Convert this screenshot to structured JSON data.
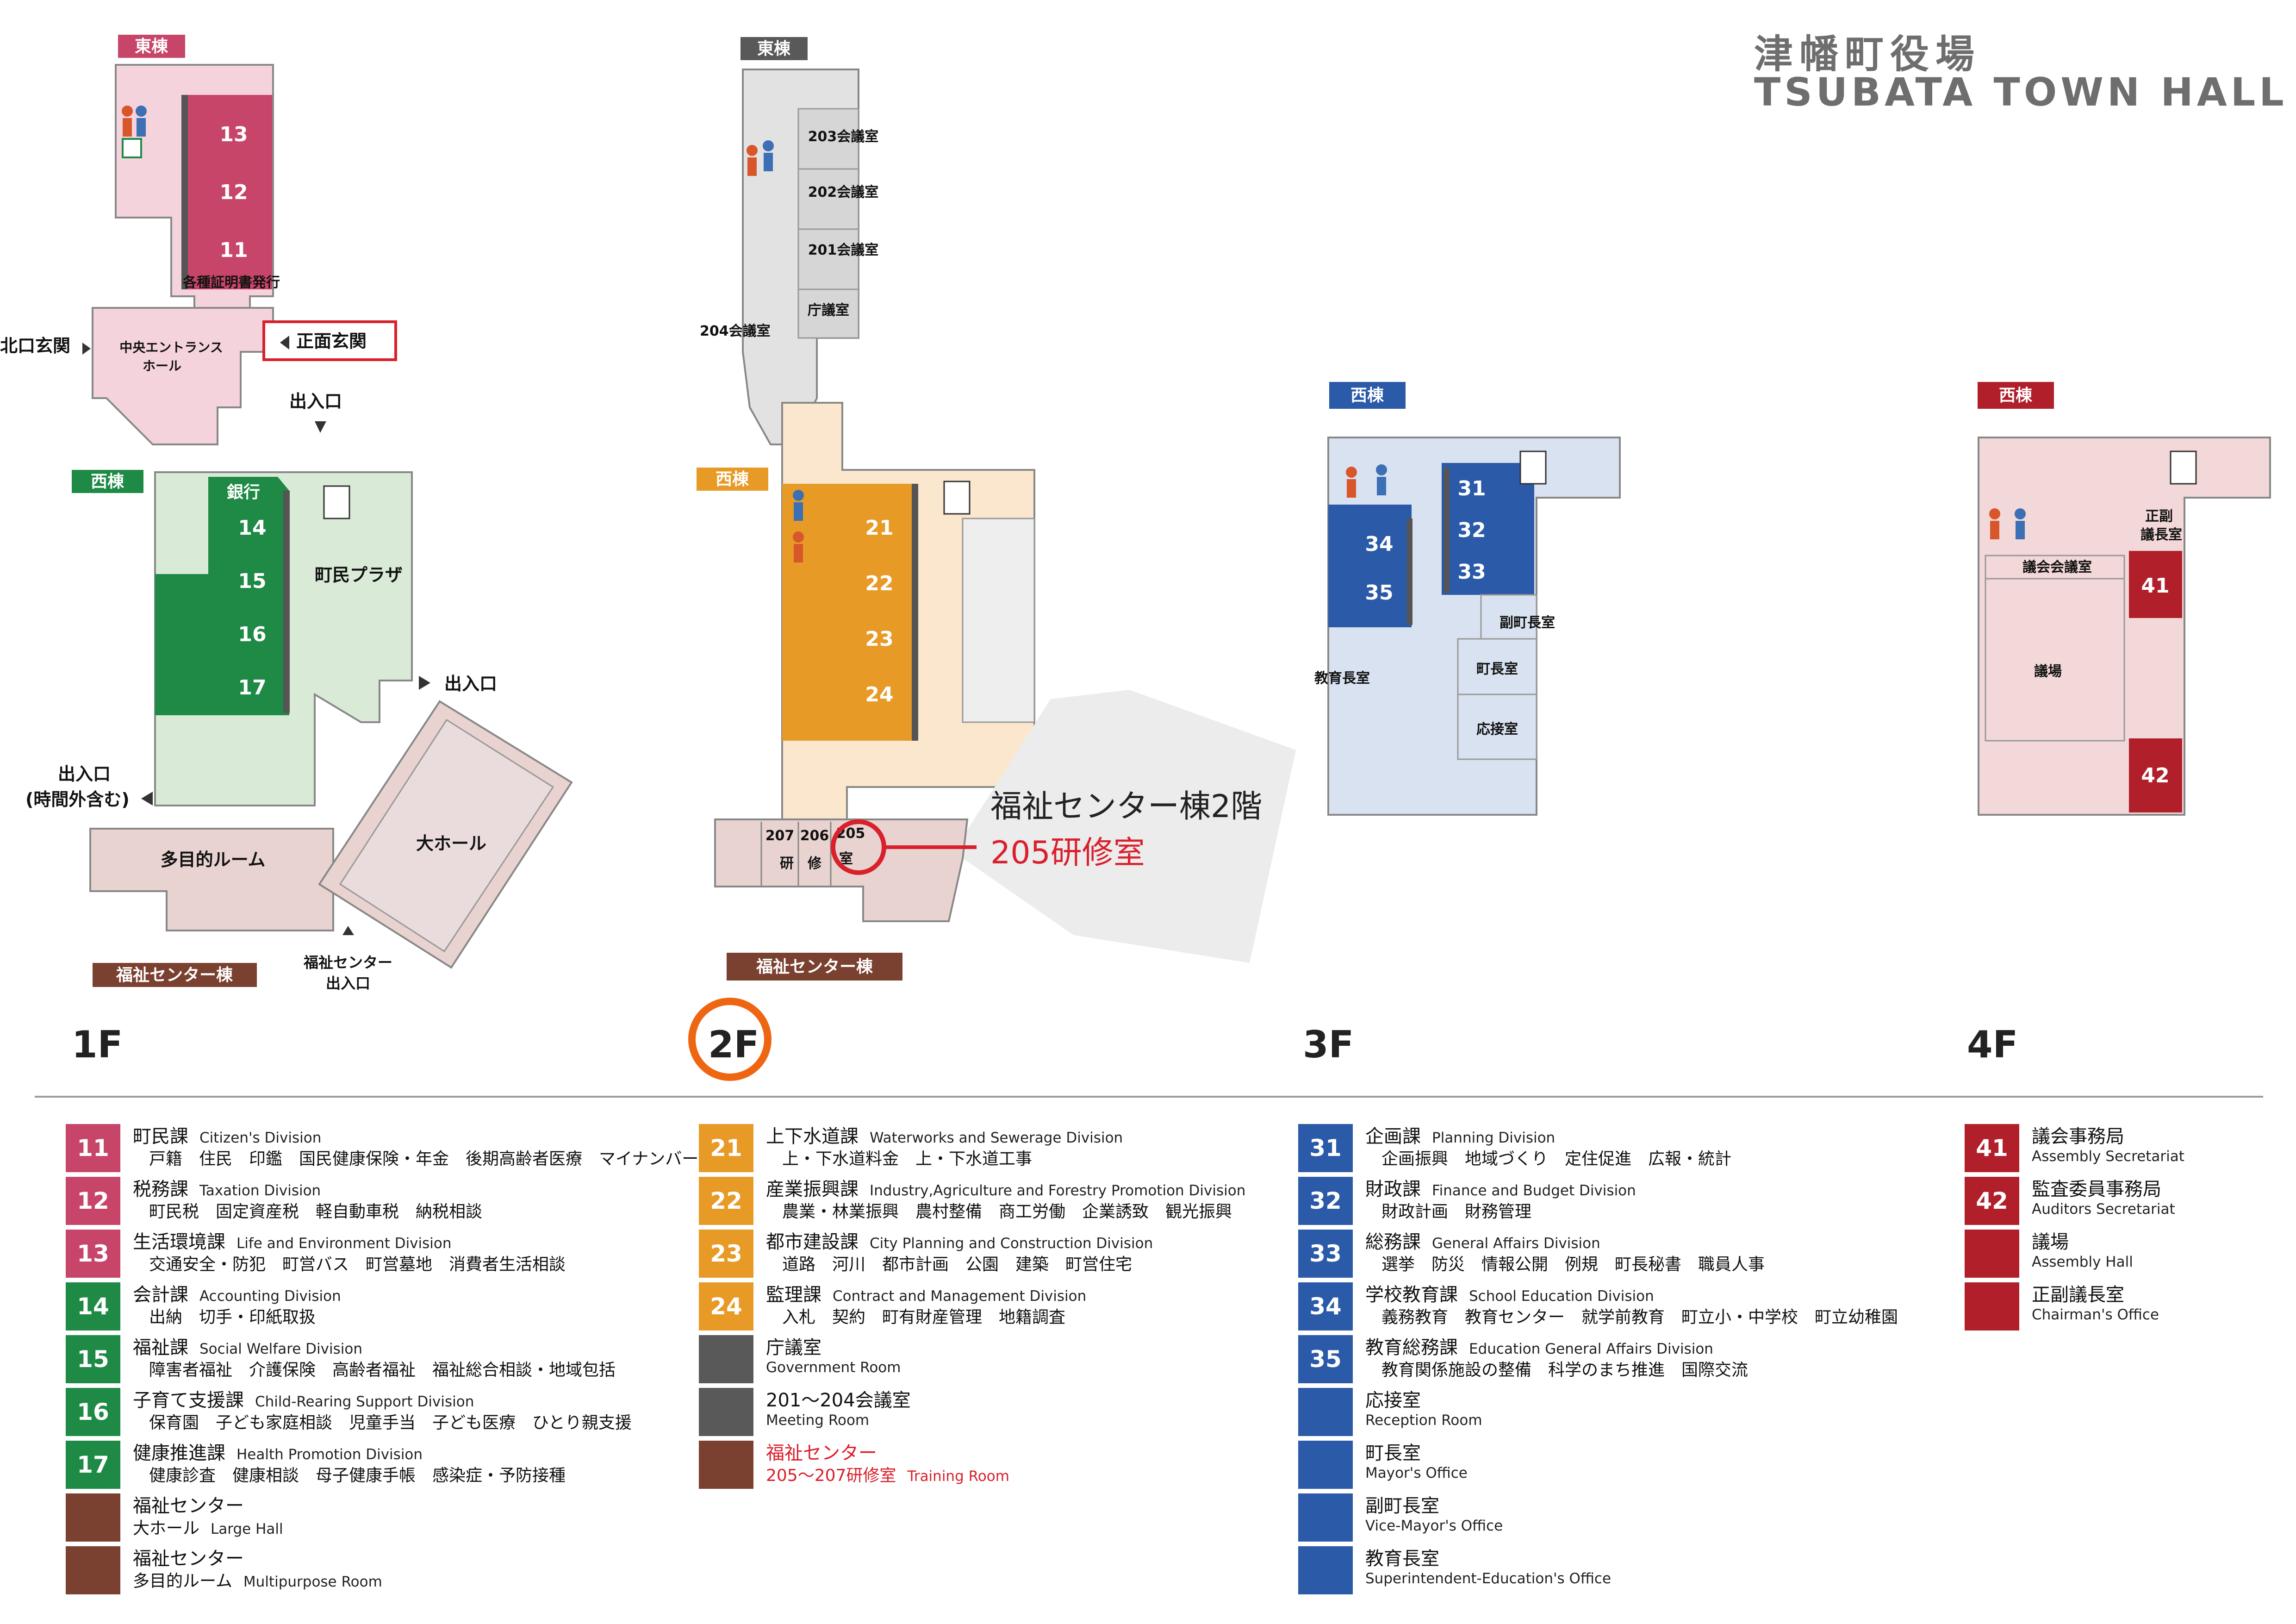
{
  "title": {
    "jp": "津幡町役場",
    "en": "TSUBATA TOWN HALL"
  },
  "colors": {
    "floor1_east": "#c8456a",
    "floor1_west": "#1e8a45",
    "floor2": "#e89a26",
    "floor3": "#2a5aa8",
    "floor4": "#b01f2a",
    "welfare": "#7a4030",
    "gray": "#595959",
    "highlight": "#ee6611",
    "marker": "#d9202d"
  },
  "floors": {
    "f1": {
      "label": "1F",
      "wings": {
        "east": "東棟",
        "west": "西棟",
        "welfare": "福祉センター棟"
      },
      "rooms": [
        "13",
        "12",
        "11",
        "14",
        "15",
        "16",
        "17"
      ],
      "labels": {
        "cert": "各種証明書発行",
        "north_entrance": "北口玄関",
        "main_entrance": "正面玄関",
        "central_hall_1": "中央エントランス",
        "central_hall_2": "ホール",
        "entrance": "出入口",
        "entrance_right": "出入口",
        "entrance_left_1": "出入口",
        "entrance_left_2": "(時間外含む)",
        "bank": "銀行",
        "plaza": "町民プラザ",
        "multipurpose": "多目的ルーム",
        "large_hall": "大ホール",
        "welfare_entrance_1": "福祉センター",
        "welfare_entrance_2": "出入口"
      }
    },
    "f2": {
      "label": "2F",
      "wings": {
        "east": "東棟",
        "west": "西棟",
        "welfare": "福祉センター棟"
      },
      "rooms": [
        "21",
        "22",
        "23",
        "24"
      ],
      "labels": {
        "r203": "203会議室",
        "r202": "202会議室",
        "r201": "201会議室",
        "chogi": "庁議室",
        "r204": "204会議室",
        "r207": "207",
        "r206": "206",
        "r205": "205",
        "ken": "研",
        "shu": "修",
        "shitsu": "室",
        "callout_1": "福祉センター棟2階",
        "callout_2": "205研修室"
      }
    },
    "f3": {
      "label": "3F",
      "wings": {
        "west": "西棟"
      },
      "rooms": [
        "31",
        "32",
        "33",
        "34",
        "35"
      ],
      "labels": {
        "vice_mayor": "副町長室",
        "superintendent": "教育長室",
        "mayor": "町長室",
        "reception": "応接室"
      }
    },
    "f4": {
      "label": "4F",
      "wings": {
        "west": "西棟"
      },
      "rooms": [
        "41",
        "42"
      ],
      "labels": {
        "chairman_1": "正副",
        "chairman_2": "議長室",
        "council_meeting": "議会会議室",
        "assembly": "議場"
      }
    }
  },
  "legend": {
    "col1": [
      {
        "num": "11",
        "name": "町民課",
        "en": "Citizen's Division",
        "sub": "戸籍　住民　印鑑　国民健康保険・年金　後期高齢者医療　マイナンバー",
        "color": "#c8456a"
      },
      {
        "num": "12",
        "name": "税務課",
        "en": "Taxation Division",
        "sub": "町民税　固定資産税　軽自動車税　納税相談",
        "color": "#c8456a"
      },
      {
        "num": "13",
        "name": "生活環境課",
        "en": "Life and Environment Division",
        "sub": "交通安全・防犯　町営バス　町営墓地　消費者生活相談",
        "color": "#c8456a"
      },
      {
        "num": "14",
        "name": "会計課",
        "en": "Accounting Division",
        "sub": "出納　切手・印紙取扱",
        "color": "#1e8a45"
      },
      {
        "num": "15",
        "name": "福祉課",
        "en": "Social Welfare Division",
        "sub": "障害者福祉　介護保険　高齢者福祉　福祉総合相談・地域包括",
        "color": "#1e8a45"
      },
      {
        "num": "16",
        "name": "子育て支援課",
        "en": "Child-Rearing Support Division",
        "sub": "保育園　子ども家庭相談　児童手当　子ども医療　ひとり親支援",
        "color": "#1e8a45"
      },
      {
        "num": "17",
        "name": "健康推進課",
        "en": "Health Promotion Division",
        "sub": "健康診査　健康相談　母子健康手帳　感染症・予防接種",
        "color": "#1e8a45"
      },
      {
        "num": "",
        "name": "福祉センター",
        "en": "",
        "sub": "大ホール",
        "sub_en": "Large Hall",
        "color": "#7a4030"
      },
      {
        "num": "",
        "name": "福祉センター",
        "en": "",
        "sub": "多目的ルーム",
        "sub_en": "Multipurpose Room",
        "color": "#7a4030"
      }
    ],
    "col2": [
      {
        "num": "21",
        "name": "上下水道課",
        "en": "Waterworks and Sewerage Division",
        "sub": "上・下水道料金　上・下水道工事",
        "color": "#e89a26"
      },
      {
        "num": "22",
        "name": "産業振興課",
        "en": "Industry,Agriculture and Forestry Promotion Division",
        "sub": "農業・林業振興　農村整備　商工労働　企業誘致　観光振興",
        "color": "#e89a26"
      },
      {
        "num": "23",
        "name": "都市建設課",
        "en": "City Planning and Construction Division",
        "sub": "道路　河川　都市計画　公園　建築　町営住宅",
        "color": "#e89a26"
      },
      {
        "num": "24",
        "name": "監理課",
        "en": "Contract and Management Division",
        "sub": "入札　契約　町有財産管理　地籍調査",
        "color": "#e89a26"
      },
      {
        "num": "",
        "name": "庁議室",
        "en": "",
        "sub_en": "Government Room",
        "color": "#595959"
      },
      {
        "num": "",
        "name": "201～204会議室",
        "en": "",
        "sub_en": "Meeting Room",
        "color": "#595959"
      },
      {
        "num": "",
        "name": "福祉センター",
        "en": "",
        "sub": "205～207研修室",
        "sub_en": "Training Room",
        "color": "#7a4030",
        "red": true
      }
    ],
    "col3": [
      {
        "num": "31",
        "name": "企画課",
        "en": "Planning Division",
        "sub": "企画振興　地域づくり　定住促進　広報・統計",
        "color": "#2a5aa8"
      },
      {
        "num": "32",
        "name": "財政課",
        "en": "Finance and Budget Division",
        "sub": "財政計画　財務管理",
        "color": "#2a5aa8"
      },
      {
        "num": "33",
        "name": "総務課",
        "en": "General Affairs Division",
        "sub": "選挙　防災　情報公開　例規　町長秘書　職員人事",
        "color": "#2a5aa8"
      },
      {
        "num": "34",
        "name": "学校教育課",
        "en": "School Education Division",
        "sub": "義務教育　教育センター　就学前教育　町立小・中学校　町立幼稚園",
        "color": "#2a5aa8"
      },
      {
        "num": "35",
        "name": "教育総務課",
        "en": "Education General Affairs Division",
        "sub": "教育関係施設の整備　科学のまち推進　国際交流",
        "color": "#2a5aa8"
      },
      {
        "num": "",
        "name": "応接室",
        "en": "",
        "sub_en": "Reception Room",
        "color": "#2a5aa8"
      },
      {
        "num": "",
        "name": "町長室",
        "en": "",
        "sub_en": "Mayor's Office",
        "color": "#2a5aa8"
      },
      {
        "num": "",
        "name": "副町長室",
        "en": "",
        "sub_en": "Vice-Mayor's Office",
        "color": "#2a5aa8"
      },
      {
        "num": "",
        "name": "教育長室",
        "en": "",
        "sub_en": "Superintendent-Education's Office",
        "color": "#2a5aa8"
      }
    ],
    "col4": [
      {
        "num": "41",
        "name": "議会事務局",
        "en": "",
        "sub_en": "Assembly Secretariat",
        "color": "#b01f2a"
      },
      {
        "num": "42",
        "name": "監査委員事務局",
        "en": "",
        "sub_en": "Auditors Secretariat",
        "color": "#b01f2a"
      },
      {
        "num": "",
        "name": "議場",
        "en": "",
        "sub_en": "Assembly Hall",
        "color": "#b01f2a"
      },
      {
        "num": "",
        "name": "正副議長室",
        "en": "",
        "sub_en": "Chairman's Office",
        "color": "#b01f2a"
      }
    ]
  }
}
